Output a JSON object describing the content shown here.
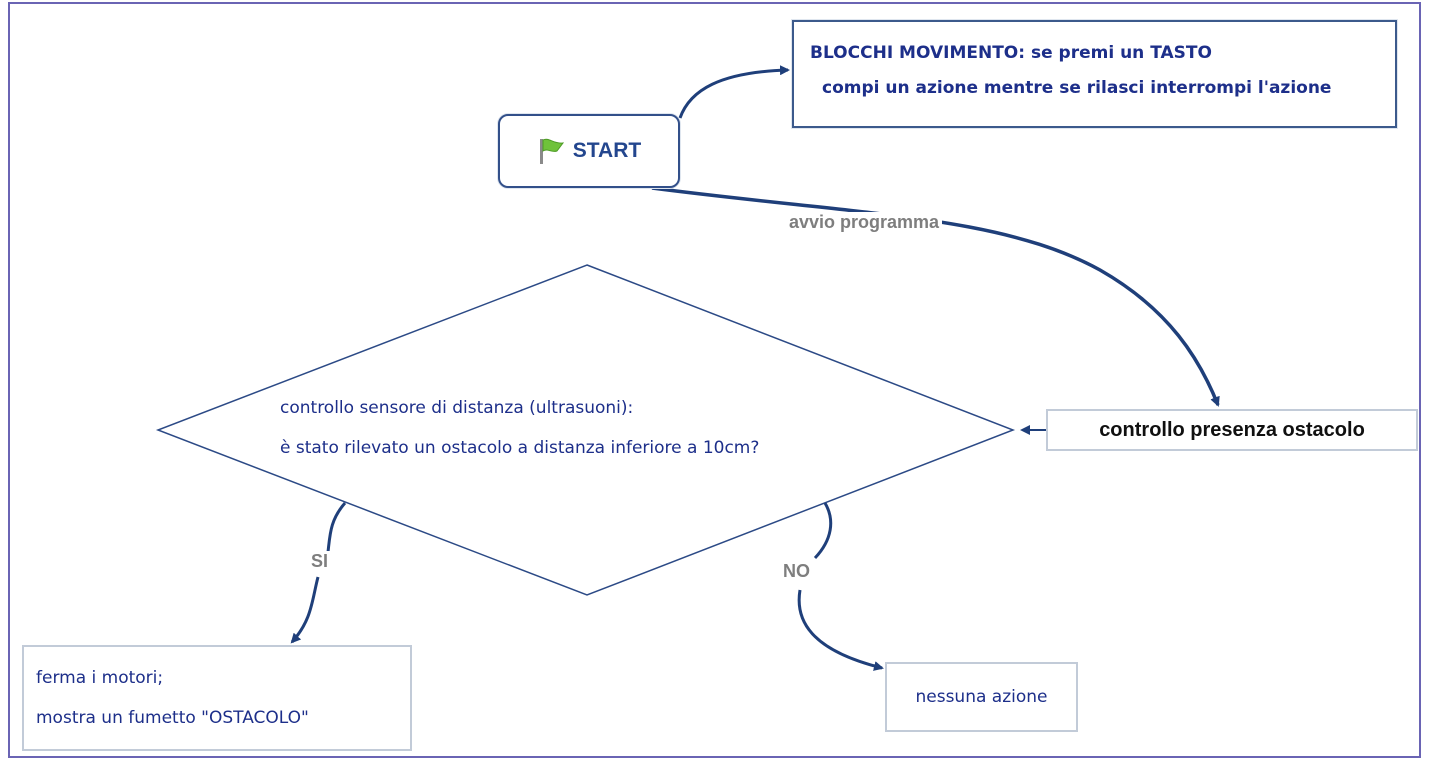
{
  "diagram": {
    "start_node": {
      "label": "START",
      "icon": "green-flag-icon"
    },
    "movement_note": {
      "line1": "BLOCCHI MOVIMENTO: se premi un TASTO",
      "line2": "compi un azione mentre se rilasci interrompi l'azione"
    },
    "edge_start_to_check": {
      "label": "avvio programma"
    },
    "check_node": {
      "label": "controllo presenza ostacolo"
    },
    "decision": {
      "line1": "controllo sensore di distanza (ultrasuoni):",
      "line2": "è stato rilevato un ostacolo a distanza inferiore a 10cm?"
    },
    "yes_branch": {
      "label": "SI",
      "line1": "ferma i motori;",
      "line2": "mostra un fumetto \"OSTACOLO\""
    },
    "no_branch": {
      "label": "NO",
      "action": "nessuna azione"
    },
    "colors": {
      "frame": "#6a64b4",
      "arrow": "#1f3f7a",
      "text": "#1d2f8a",
      "flag": "#6fc23a"
    }
  }
}
